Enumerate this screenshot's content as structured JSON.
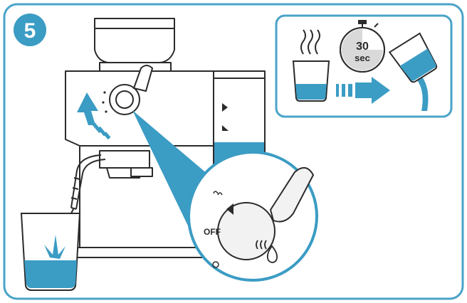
{
  "step": {
    "number": "5"
  },
  "inset": {
    "timer_value": "30",
    "timer_unit": "sec"
  },
  "dial": {
    "or_label": "OFF"
  },
  "colors": {
    "accent": "#3b9cc4",
    "frame": "#4aa3c8",
    "line": "#2b2b2b",
    "light_fill": "#f2f2f2",
    "timer_fill": "#d9d9d9"
  },
  "icons": {
    "step_badge": "step-badge-icon",
    "steam": "steam-icon",
    "timer": "timer-icon",
    "water_drop": "water-drop-icon",
    "arrow": "direction-arrow-icon"
  }
}
